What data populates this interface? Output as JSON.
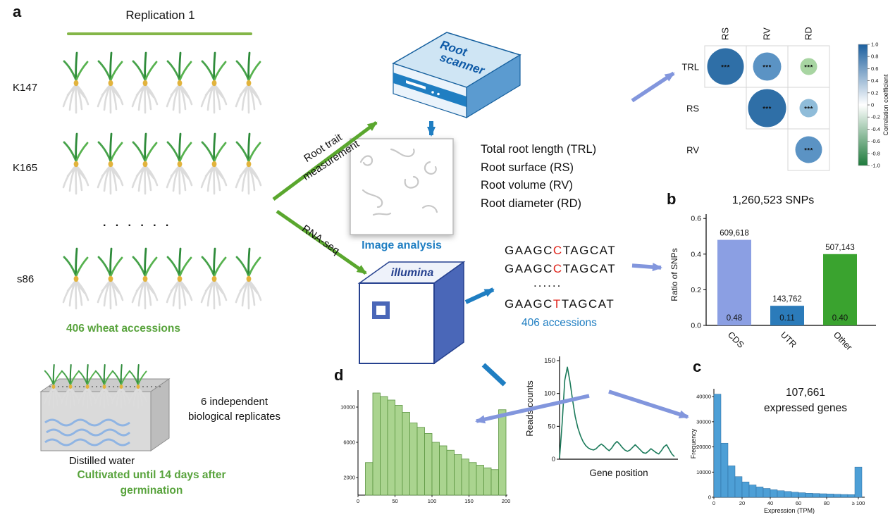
{
  "panels": {
    "a": "a",
    "b": "b",
    "c": "c",
    "d": "d"
  },
  "panel_a": {
    "replication_title": "Replication 1",
    "row_labels": [
      "K147",
      "K165",
      "s86"
    ],
    "grid_ellipsis": "· · · · · ·",
    "accessions_caption": "406 wheat accessions",
    "arrow_root_line1": "Root trait",
    "arrow_root_line2": "measurement",
    "arrow_rnaseq": "RNA-seq",
    "scanner_line1": "Root",
    "scanner_line2": "scanner",
    "image_analysis_caption": "Image analysis",
    "trait_lines": [
      "Total root length (TRL)",
      "Root surface (RS)",
      "Root volume (RV)",
      "Root diameter (RD)"
    ],
    "sequencer_label": "illumina",
    "reads": {
      "line1_pre": "GAAGC",
      "line1_hl": "C",
      "line1_post": "TAGCAT",
      "line2_pre": "GAAGC",
      "line2_hl": "C",
      "line2_post": "TAGCAT",
      "dots": "......",
      "line3_pre": "GAAGC",
      "line3_hl": "T",
      "line3_post": "TAGCAT",
      "caption": "406 accessions"
    },
    "replicates_line1": "6 independent",
    "replicates_line2": "biological replicates",
    "water_caption": "Distilled water",
    "cultivation_line1": "Cultivated until 14 days after",
    "cultivation_line2": "germination"
  },
  "colors": {
    "green_accent": "#58a33c",
    "blue_accent": "#1f7ec2",
    "periwinkle_arrow": "#8296dd",
    "red_highlight": "#e0241b"
  },
  "chart_data": [
    {
      "id": "corr",
      "type": "heatmap",
      "description": "Pairwise correlation bubble matrix of root traits, circle size/color encode correlation",
      "col_labels": [
        "RS",
        "RV",
        "RD"
      ],
      "row_labels": [
        "TRL",
        "RS",
        "RV"
      ],
      "cells": [
        {
          "row": 0,
          "col": 0,
          "radius": 26,
          "color": "#2f6fa7",
          "label": "***",
          "label_color": "#ffffff"
        },
        {
          "row": 0,
          "col": 1,
          "radius": 20,
          "color": "#5b93c4",
          "label": "***",
          "label_color": "#ffffff"
        },
        {
          "row": 0,
          "col": 2,
          "radius": 12,
          "color": "#a8d5a2",
          "label": "***",
          "label_color": "#2d6a35"
        },
        {
          "row": 1,
          "col": 1,
          "radius": 27,
          "color": "#2f6fa7",
          "label": "***",
          "label_color": "#ffffff"
        },
        {
          "row": 1,
          "col": 2,
          "radius": 13,
          "color": "#8fbcd9",
          "label": "***",
          "label_color": "#1f4f78"
        },
        {
          "row": 2,
          "col": 2,
          "radius": 19,
          "color": "#5b93c4",
          "label": "***",
          "label_color": "#ffffff"
        }
      ],
      "colorbar": {
        "label": "Correlation coefficient",
        "ticks": [
          "1.0",
          "0.8",
          "0.6",
          "0.4",
          "0.2",
          "0",
          "-0.2",
          "-0.4",
          "-0.6",
          "-0.8",
          "-1.0"
        ],
        "top_color": "#1c5f9e",
        "mid_color": "#ffffff",
        "bottom_color": "#1e7a3c"
      }
    },
    {
      "id": "snp",
      "type": "bar",
      "title": "1,260,523 SNPs",
      "ylabel": "Ratio of SNPs",
      "ylim": [
        0,
        0.6
      ],
      "yticks": [
        "0.0",
        "0.2",
        "0.4",
        "0.6"
      ],
      "categories": [
        "CDS",
        "UTR",
        "Other"
      ],
      "values": [
        0.48,
        0.11,
        0.4
      ],
      "count_labels": [
        "609,618",
        "143,762",
        "507,143"
      ],
      "value_labels": [
        "0.48",
        "0.11",
        "0.40"
      ],
      "colors": [
        "#8b9fe3",
        "#2b7bba",
        "#3aa32f"
      ]
    },
    {
      "id": "tpm_hist",
      "type": "bar",
      "caption_line1": "107,661",
      "caption_line2": "expressed genes",
      "ylabel": "Frequency",
      "xlabel": "Expression (TPM)",
      "ylim": [
        0,
        42000
      ],
      "yticks": [
        0,
        10000,
        20000,
        30000,
        40000
      ],
      "xtick_labels": [
        "0",
        "20",
        "40",
        "60",
        "80",
        "≥ 100"
      ],
      "bar_color": "#4d9fd6",
      "bin_width": 5,
      "values": [
        41000,
        21500,
        12500,
        8200,
        6100,
        4900,
        4100,
        3500,
        3000,
        2600,
        2300,
        2000,
        1800,
        1600,
        1500,
        1400,
        1300,
        1200,
        1100,
        1050,
        12000
      ]
    },
    {
      "id": "dist_hist",
      "type": "bar",
      "ylim": [
        0,
        12000
      ],
      "yticks": [
        2000,
        6000,
        10000
      ],
      "xticks": [
        0,
        50,
        100,
        150,
        200
      ],
      "bar_color": "#aad48f",
      "bar_stroke": "#5a9440",
      "x_start": 10,
      "bin_width": 10,
      "values": [
        3700,
        11600,
        11200,
        10800,
        10200,
        9400,
        8200,
        7700,
        7000,
        6000,
        5600,
        5100,
        4600,
        4100,
        3700,
        3400,
        3100,
        2900,
        9700
      ]
    },
    {
      "id": "reads",
      "type": "line",
      "ylabel": "Reads counts",
      "xlabel": "Gene position",
      "ylim": [
        0,
        155
      ],
      "yticks": [
        0,
        50,
        100,
        150
      ],
      "line_color": "#1b7a5a",
      "values": [
        2,
        55,
        120,
        140,
        118,
        90,
        65,
        48,
        36,
        27,
        21,
        17,
        15,
        14,
        16,
        20,
        23,
        20,
        16,
        13,
        17,
        23,
        27,
        23,
        18,
        14,
        12,
        14,
        18,
        22,
        18,
        14,
        10,
        9,
        12,
        16,
        13,
        10,
        8,
        13,
        19,
        22,
        15,
        8,
        4
      ]
    }
  ]
}
